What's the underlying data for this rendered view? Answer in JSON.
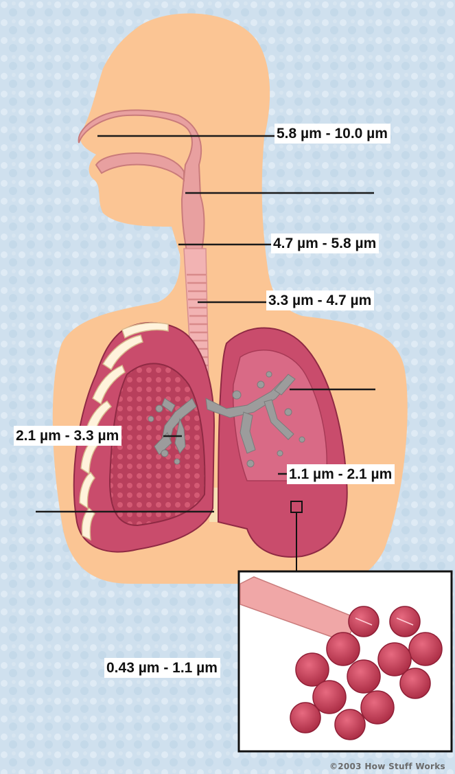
{
  "diagram": {
    "labels": {
      "nasal_cavity": "5.8 µm - 10.0 µm",
      "larynx": "4.7 µm - 5.8 µm",
      "trachea": "3.3 µm - 4.7 µm",
      "bronchi": "2.1 µm - 3.3 µm",
      "bronchioles": "1.1 µm - 2.1 µm",
      "alveoli": "0.43 µm - 1.1 µm"
    },
    "credit": "©2003 How Stuff Works"
  },
  "colors": {
    "background": "#cfe0ee",
    "body": "#fbc594",
    "airway": "#e8a0a0",
    "lung": "#c94c6c",
    "lung_inner": "#a8374e",
    "bronchial_tree": "#a8a8a8",
    "alveoli": "#c93d55",
    "leader_line": "#1a1a1a"
  }
}
